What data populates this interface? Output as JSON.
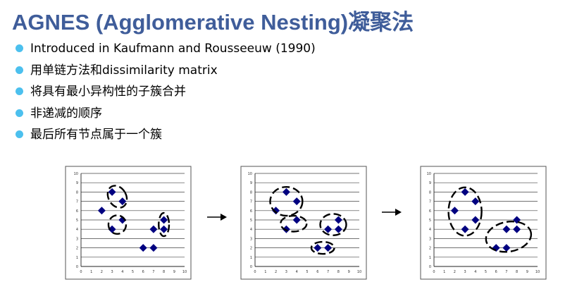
{
  "title": "AGNES (Agglomerative Nesting)凝聚法",
  "bullets": [
    "Introduced in Kaufmann and Rousseeuw (1990)",
    "用单链方法和dissimilarity matrix",
    "将具有最小异构性的子簇合并",
    "非递减的顺序",
    "最后所有节点属于一个簇"
  ],
  "icons": {
    "bullet": "bullet-dot-icon",
    "arrow": "right-arrow-icon"
  },
  "colors": {
    "title": "#3f5d9a",
    "bullet": "#4cc0ee",
    "point": "#000080"
  },
  "chart_data": [
    {
      "type": "scatter",
      "x": [
        2,
        3,
        3,
        4,
        4,
        6,
        7,
        7,
        8,
        8
      ],
      "y": [
        6,
        8,
        4,
        7,
        5,
        2,
        4,
        2,
        5,
        4
      ],
      "xlim": [
        0,
        10
      ],
      "ylim": [
        0,
        10
      ],
      "xticks": [
        "0",
        "1",
        "2",
        "3",
        "4",
        "5",
        "6",
        "7",
        "8",
        "9",
        "10"
      ],
      "yticks": [
        "0",
        "1",
        "2",
        "3",
        "4",
        "5",
        "6",
        "7",
        "8",
        "9",
        "10"
      ],
      "grid": "horizontal",
      "clusters": [
        [
          3,
          8,
          4,
          7
        ],
        [
          3,
          4,
          4,
          5
        ],
        [
          8,
          5,
          8,
          4
        ]
      ]
    },
    {
      "type": "scatter",
      "x": [
        2,
        3,
        3,
        4,
        4,
        6,
        7,
        7,
        8,
        8
      ],
      "y": [
        6,
        8,
        4,
        7,
        5,
        2,
        4,
        2,
        5,
        4
      ],
      "xlim": [
        0,
        10
      ],
      "ylim": [
        0,
        10
      ],
      "xticks": [
        "0",
        "1",
        "2",
        "3",
        "4",
        "5",
        "6",
        "7",
        "8",
        "9",
        "10"
      ],
      "yticks": [
        "0",
        "1",
        "2",
        "3",
        "4",
        "5",
        "6",
        "7",
        "8",
        "9",
        "10"
      ],
      "grid": "horizontal",
      "clusters": [
        [
          2,
          6,
          3,
          8,
          4,
          7
        ],
        [
          3,
          4,
          4,
          5
        ],
        [
          7,
          4,
          8,
          5,
          8,
          4
        ],
        [
          6,
          2,
          7,
          2
        ]
      ]
    },
    {
      "type": "scatter",
      "x": [
        2,
        3,
        3,
        4,
        4,
        6,
        7,
        7,
        8,
        8
      ],
      "y": [
        6,
        8,
        4,
        7,
        5,
        2,
        4,
        2,
        5,
        4
      ],
      "xlim": [
        0,
        10
      ],
      "ylim": [
        0,
        10
      ],
      "xticks": [
        "0",
        "1",
        "2",
        "3",
        "4",
        "5",
        "6",
        "7",
        "8",
        "9",
        "10"
      ],
      "yticks": [
        "0",
        "1",
        "2",
        "3",
        "4",
        "5",
        "6",
        "7",
        "8",
        "9",
        "10"
      ],
      "grid": "horizontal",
      "clusters": [
        [
          2,
          6,
          3,
          8,
          4,
          7,
          3,
          4,
          4,
          5
        ],
        [
          6,
          2,
          7,
          2,
          7,
          4,
          8,
          5,
          8,
          4
        ]
      ]
    }
  ]
}
